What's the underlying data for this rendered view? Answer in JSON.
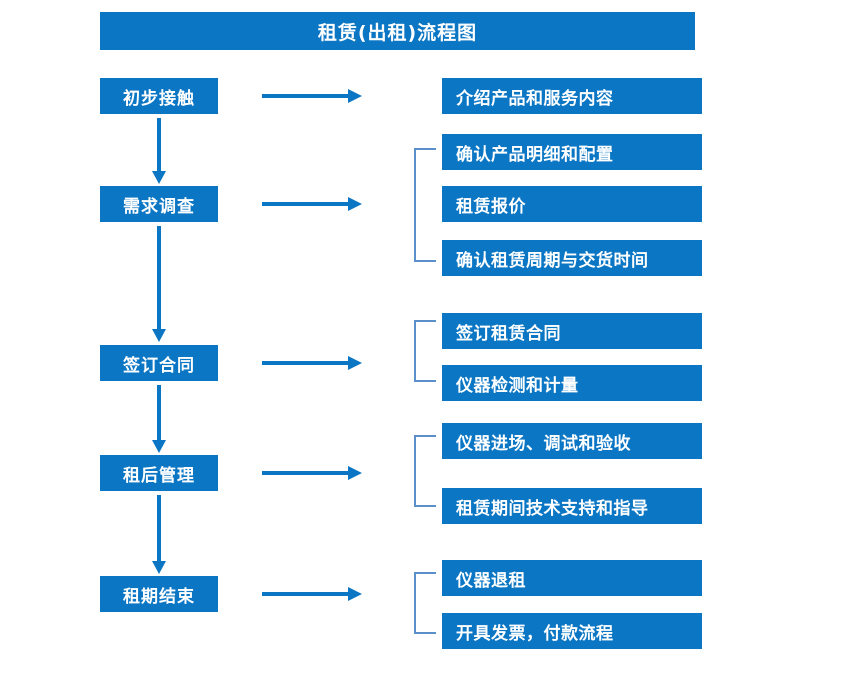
{
  "chart_data": {
    "type": "diagram",
    "title": "租赁(出租)流程图",
    "diagram_kind": "flowchart",
    "stages": [
      {
        "stage": "初步接触",
        "details": [
          "介绍产品和服务内容"
        ],
        "bracketed": false
      },
      {
        "stage": "需求调查",
        "details": [
          "确认产品明细和配置",
          "租赁报价",
          "确认租赁周期与交货时间"
        ],
        "bracketed": true
      },
      {
        "stage": "签订合同",
        "details": [
          "签订租赁合同",
          "仪器检测和计量"
        ],
        "bracketed": true
      },
      {
        "stage": "租后管理",
        "details": [
          "仪器进场、调试和验收",
          "租赁期间技术支持和指导"
        ],
        "bracketed": true
      },
      {
        "stage": "租期结束",
        "details": [
          "仪器退租",
          "开具发票，付款流程"
        ],
        "bracketed": true
      }
    ]
  },
  "header": {
    "title": "租赁(出租)流程图"
  },
  "colors": {
    "primary_blue": "#0B76C4",
    "bracket_blue": "#5B8FC9",
    "box_text": "#FFFFFF",
    "background": "#FFFFFF"
  },
  "stages": [
    {
      "label": "初步接触"
    },
    {
      "label": "需求调查"
    },
    {
      "label": "签订合同"
    },
    {
      "label": "租后管理"
    },
    {
      "label": "租期结束"
    }
  ],
  "details": [
    {
      "label": "介绍产品和服务内容"
    },
    {
      "label": "确认产品明细和配置"
    },
    {
      "label": "租赁报价"
    },
    {
      "label": "确认租赁周期与交货时间"
    },
    {
      "label": "签订租赁合同"
    },
    {
      "label": "仪器检测和计量"
    },
    {
      "label": "仪器进场、调试和验收"
    },
    {
      "label": "租赁期间技术支持和指导"
    },
    {
      "label": "仪器退租"
    },
    {
      "label": "开具发票，付款流程"
    }
  ]
}
